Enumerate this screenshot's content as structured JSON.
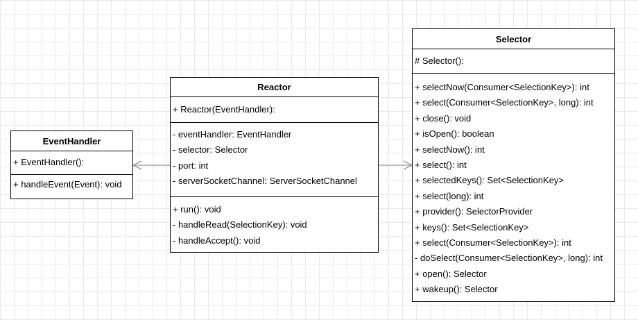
{
  "classes": {
    "event_handler": {
      "name": "EventHandler",
      "constructors": [
        "+ EventHandler():"
      ],
      "methods": [
        "+ handleEvent(Event): void"
      ]
    },
    "reactor": {
      "name": "Reactor",
      "constructors": [
        "+ Reactor(EventHandler):"
      ],
      "fields": [
        "- eventHandler: EventHandler",
        "- selector: Selector",
        "- port: int",
        "- serverSocketChannel: ServerSocketChannel"
      ],
      "methods": [
        "+ run(): void",
        "- handleRead(SelectionKey): void",
        "- handleAccept(): void"
      ]
    },
    "selector": {
      "name": "Selector",
      "constructors": [
        "# Selector():"
      ],
      "methods": [
        "+ selectNow(Consumer<SelectionKey>): int",
        "+ select(Consumer<SelectionKey>, long): int",
        "+ close(): void",
        "+ isOpen(): boolean",
        "+ selectNow(): int",
        "+ select(): int",
        "+ selectedKeys(): Set<SelectionKey>",
        "+ select(long): int",
        "+ provider(): SelectorProvider",
        "+ keys(): Set<SelectionKey>",
        "+ select(Consumer<SelectionKey>): int",
        "- doSelect(Consumer<SelectionKey>, long): int",
        "+ open(): Selector",
        "+ wakeup(): Selector"
      ]
    }
  },
  "colors": {
    "line": "#808080",
    "border": "#000000",
    "grid": "#e8e8e8"
  }
}
